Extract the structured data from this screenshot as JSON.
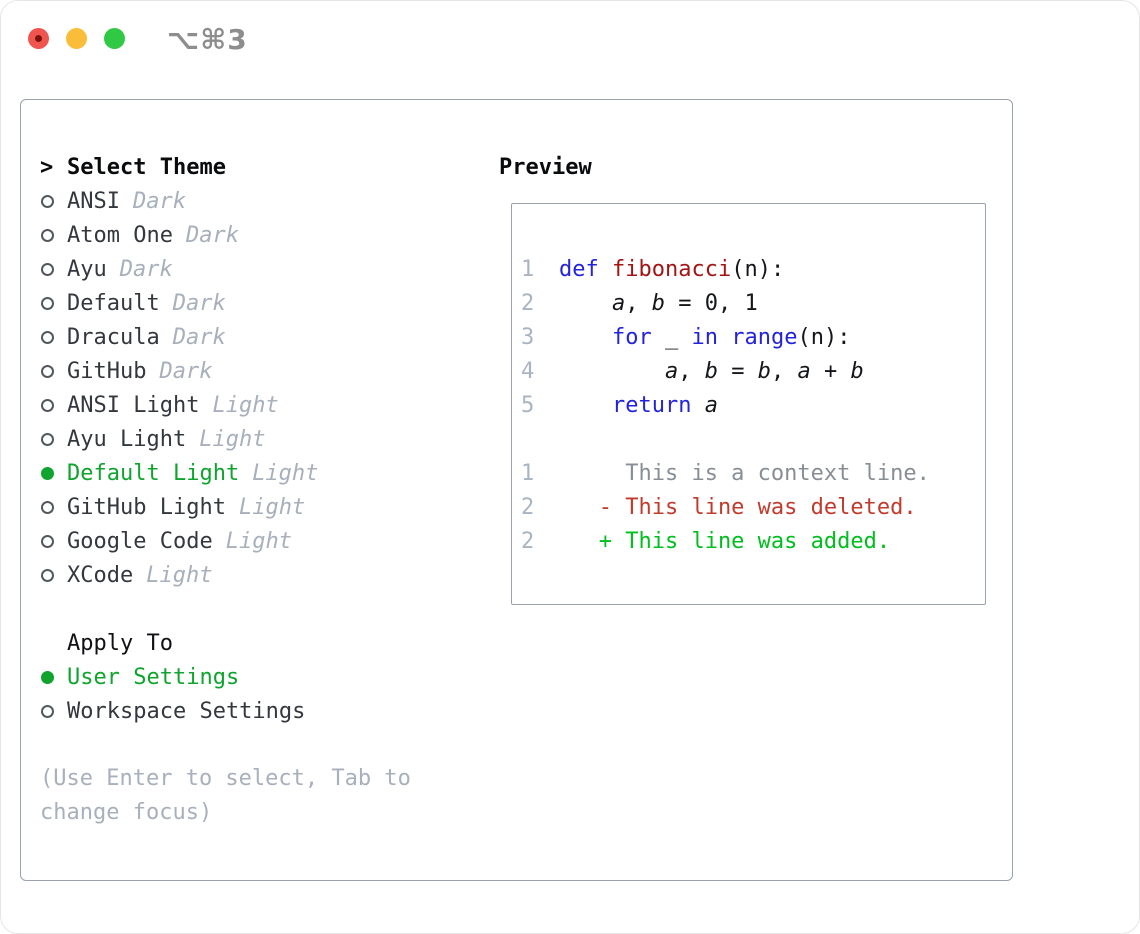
{
  "window": {
    "title": "⌥⌘3"
  },
  "theme_selector": {
    "prompt": ">",
    "title": "Select Theme",
    "themes": [
      {
        "name": "ANSI",
        "variant": "Dark",
        "selected": false
      },
      {
        "name": "Atom One",
        "variant": "Dark",
        "selected": false
      },
      {
        "name": "Ayu",
        "variant": "Dark",
        "selected": false
      },
      {
        "name": "Default",
        "variant": "Dark",
        "selected": false
      },
      {
        "name": "Dracula",
        "variant": "Dark",
        "selected": false
      },
      {
        "name": "GitHub",
        "variant": "Dark",
        "selected": false
      },
      {
        "name": "ANSI Light",
        "variant": "Light",
        "selected": false
      },
      {
        "name": "Ayu Light",
        "variant": "Light",
        "selected": false
      },
      {
        "name": "Default Light",
        "variant": "Light",
        "selected": true
      },
      {
        "name": "GitHub Light",
        "variant": "Light",
        "selected": false
      },
      {
        "name": "Google Code",
        "variant": "Light",
        "selected": false
      },
      {
        "name": "XCode",
        "variant": "Light",
        "selected": false
      }
    ]
  },
  "apply_to": {
    "title": "Apply To",
    "options": [
      {
        "label": "User Settings",
        "selected": true
      },
      {
        "label": "Workspace Settings",
        "selected": false
      }
    ]
  },
  "hint": "(Use Enter to select, Tab to change focus)",
  "preview": {
    "title": "Preview",
    "code_lines": [
      {
        "num": "1",
        "tokens": [
          [
            "def",
            "kw"
          ],
          [
            " ",
            "pl"
          ],
          [
            "fibonacci",
            "fn"
          ],
          [
            "(n):",
            "pl"
          ]
        ]
      },
      {
        "num": "2",
        "tokens": [
          [
            "    ",
            "pl"
          ],
          [
            "a",
            "var"
          ],
          [
            ", ",
            "pl"
          ],
          [
            "b",
            "var"
          ],
          [
            " = 0, 1",
            "pl"
          ]
        ]
      },
      {
        "num": "3",
        "tokens": [
          [
            "    ",
            "pl"
          ],
          [
            "for",
            "kw"
          ],
          [
            " _ ",
            "pl"
          ],
          [
            "in",
            "kw"
          ],
          [
            " ",
            "pl"
          ],
          [
            "range",
            "kw"
          ],
          [
            "(n):",
            "pl"
          ]
        ]
      },
      {
        "num": "4",
        "tokens": [
          [
            "        ",
            "pl"
          ],
          [
            "a",
            "var"
          ],
          [
            ", ",
            "pl"
          ],
          [
            "b",
            "var"
          ],
          [
            " = ",
            "pl"
          ],
          [
            "b",
            "var"
          ],
          [
            ", ",
            "pl"
          ],
          [
            "a",
            "var"
          ],
          [
            " + ",
            "pl"
          ],
          [
            "b",
            "var"
          ]
        ]
      },
      {
        "num": "5",
        "tokens": [
          [
            "    ",
            "pl"
          ],
          [
            "return",
            "kw"
          ],
          [
            " ",
            "pl"
          ],
          [
            "a",
            "var"
          ]
        ]
      }
    ],
    "diff_lines": [
      {
        "num": "1",
        "marker": "",
        "text": "This is a context line.",
        "type": "context"
      },
      {
        "num": "2",
        "marker": "-",
        "text": "This line was deleted.",
        "type": "deleted"
      },
      {
        "num": "2",
        "marker": "+",
        "text": "This line was added.",
        "type": "added"
      }
    ]
  },
  "colors": {
    "selection_green": "#0ea42e",
    "added_green": "#00bf1e",
    "deleted_red": "#c13b2d",
    "keyword_blue": "#2323dd",
    "function_red": "#a31515",
    "muted_gray": "#a8b0bc",
    "line_number_gray": "#a9b4c2",
    "context_gray": "#888e96",
    "border_gray": "#99a2ad",
    "traffic_red": "#f0544e",
    "traffic_yellow": "#f9bd39",
    "traffic_green": "#2fc944"
  }
}
